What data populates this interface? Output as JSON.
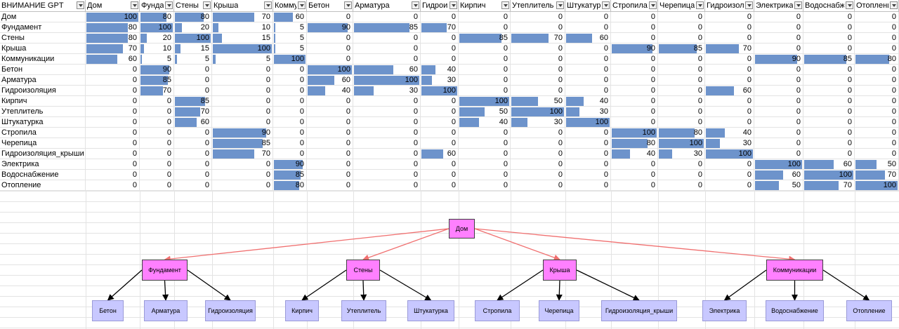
{
  "sheet": {
    "corner_header": "ВНИМАНИЕ GPT",
    "columns": [
      "Дом",
      "Фундамент",
      "Стены",
      "Крыша",
      "Коммуникации",
      "Бетон",
      "Арматура",
      "Гидроизоляция",
      "Кирпич",
      "Утеплитель",
      "Штукатурка",
      "Стропила",
      "Черепица",
      "Гидроизоляция_крыши",
      "Электрика",
      "Водоснабжение",
      "Отопление"
    ],
    "rows": [
      {
        "label": "Дом",
        "values": [
          100,
          80,
          80,
          70,
          60,
          0,
          0,
          0,
          0,
          0,
          0,
          0,
          0,
          0,
          0,
          0,
          0
        ]
      },
      {
        "label": "Фундамент",
        "values": [
          80,
          100,
          20,
          10,
          5,
          90,
          85,
          70,
          0,
          0,
          0,
          0,
          0,
          0,
          0,
          0,
          0
        ]
      },
      {
        "label": "Стены",
        "values": [
          80,
          20,
          100,
          15,
          5,
          0,
          0,
          0,
          85,
          70,
          60,
          0,
          0,
          0,
          0,
          0,
          0
        ]
      },
      {
        "label": "Крыша",
        "values": [
          70,
          10,
          15,
          100,
          5,
          0,
          0,
          0,
          0,
          0,
          0,
          90,
          85,
          70,
          0,
          0,
          0
        ]
      },
      {
        "label": "Коммуникации",
        "values": [
          60,
          5,
          5,
          5,
          100,
          0,
          0,
          0,
          0,
          0,
          0,
          0,
          0,
          0,
          90,
          85,
          80
        ]
      },
      {
        "label": "Бетон",
        "values": [
          0,
          90,
          0,
          0,
          0,
          100,
          60,
          40,
          0,
          0,
          0,
          0,
          0,
          0,
          0,
          0,
          0
        ]
      },
      {
        "label": "Арматура",
        "values": [
          0,
          85,
          0,
          0,
          0,
          60,
          100,
          30,
          0,
          0,
          0,
          0,
          0,
          0,
          0,
          0,
          0
        ]
      },
      {
        "label": "Гидроизоляция",
        "values": [
          0,
          70,
          0,
          0,
          0,
          40,
          30,
          100,
          0,
          0,
          0,
          0,
          0,
          60,
          0,
          0,
          0
        ]
      },
      {
        "label": "Кирпич",
        "values": [
          0,
          0,
          85,
          0,
          0,
          0,
          0,
          0,
          100,
          50,
          40,
          0,
          0,
          0,
          0,
          0,
          0
        ]
      },
      {
        "label": "Утеплитель",
        "values": [
          0,
          0,
          70,
          0,
          0,
          0,
          0,
          0,
          50,
          100,
          30,
          0,
          0,
          0,
          0,
          0,
          0
        ]
      },
      {
        "label": "Штукатурка",
        "values": [
          0,
          0,
          60,
          0,
          0,
          0,
          0,
          0,
          40,
          30,
          100,
          0,
          0,
          0,
          0,
          0,
          0
        ]
      },
      {
        "label": "Стропила",
        "values": [
          0,
          0,
          0,
          90,
          0,
          0,
          0,
          0,
          0,
          0,
          0,
          100,
          80,
          40,
          0,
          0,
          0
        ]
      },
      {
        "label": "Черепица",
        "values": [
          0,
          0,
          0,
          85,
          0,
          0,
          0,
          0,
          0,
          0,
          0,
          80,
          100,
          30,
          0,
          0,
          0
        ]
      },
      {
        "label": "Гидроизоляция_крыши",
        "values": [
          0,
          0,
          0,
          70,
          0,
          0,
          0,
          60,
          0,
          0,
          0,
          40,
          30,
          100,
          0,
          0,
          0
        ]
      },
      {
        "label": "Электрика",
        "values": [
          0,
          0,
          0,
          0,
          90,
          0,
          0,
          0,
          0,
          0,
          0,
          0,
          0,
          0,
          100,
          60,
          50
        ]
      },
      {
        "label": "Водоснабжение",
        "values": [
          0,
          0,
          0,
          0,
          85,
          0,
          0,
          0,
          0,
          0,
          0,
          0,
          0,
          0,
          60,
          100,
          70
        ]
      },
      {
        "label": "Отопление",
        "values": [
          0,
          0,
          0,
          0,
          80,
          0,
          0,
          0,
          0,
          0,
          0,
          0,
          0,
          0,
          50,
          70,
          100
        ]
      }
    ],
    "bar_color": "#6d93cb"
  },
  "diagram": {
    "root": "Дом",
    "groups": [
      {
        "label": "Фундамент",
        "children": [
          "Бетон",
          "Арматура",
          "Гидроизоляция"
        ]
      },
      {
        "label": "Стены",
        "children": [
          "Кирпич",
          "Утеплитель",
          "Штукатурка"
        ]
      },
      {
        "label": "Крыша",
        "children": [
          "Стропила",
          "Черепица",
          "Гидроизоляция_крыши"
        ]
      },
      {
        "label": "Коммуникации",
        "children": [
          "Электрика",
          "Водоснабжение",
          "Отопление"
        ]
      }
    ],
    "colors": {
      "level1": "#ff80ff",
      "leaf": "#c8c8ff",
      "red_edge": "#f07070",
      "black_edge": "#000000"
    }
  }
}
